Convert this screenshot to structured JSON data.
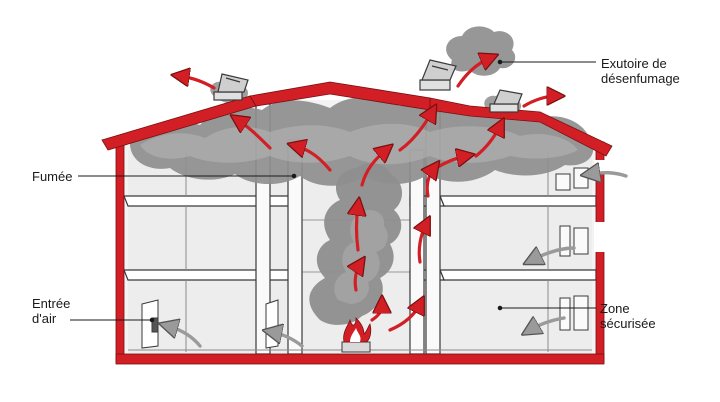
{
  "labels": {
    "exutoire": {
      "line1": "Exutoire de",
      "line2": "désenfumage"
    },
    "fumee": "Fumée",
    "entree": {
      "line1": "Entrée",
      "line2": "d'air"
    },
    "zone": {
      "line1": "Zone",
      "line2": "sécurisée"
    }
  },
  "colors": {
    "wall_red": "#d21f26",
    "smoke": "#8e8e8e",
    "smoke_light": "#b4b4b4",
    "fresh_air_arrow": "#9a9a9a",
    "smoke_arrow": "#d21f26",
    "interior": "#f2f2f2",
    "outline": "#3a3a3a"
  },
  "icons": [
    "smoke-vent-icon",
    "fire-icon",
    "door-icon",
    "window-icon"
  ]
}
